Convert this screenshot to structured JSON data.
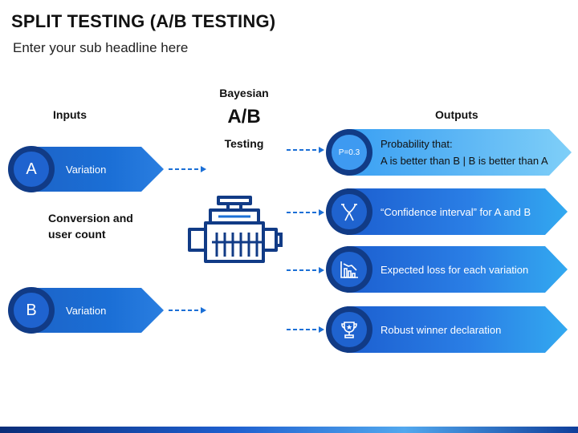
{
  "header": {
    "title": "SPLIT TESTING (A/B TESTING)",
    "subtitle": "Enter your sub headline here"
  },
  "inputs": {
    "heading": "Inputs",
    "items": [
      {
        "letter": "A",
        "label": "Variation"
      },
      {
        "letter": "B",
        "label": "Variation"
      }
    ],
    "middle_label": "Conversion and user count"
  },
  "center": {
    "top": "Bayesian",
    "middle": "A/B",
    "bottom": "Testing",
    "icon": "engine-icon"
  },
  "outputs": {
    "heading": "Outputs",
    "items": [
      {
        "badge": "P=0.3",
        "line1": "Probability that:",
        "line2": "A is better than B | B is better than A",
        "icon": "probability-badge"
      },
      {
        "text": "“Confidence interval” for A and B",
        "icon": "confidence-icon"
      },
      {
        "text": "Expected loss for each variation",
        "icon": "chart-decline-icon"
      },
      {
        "text": "Robust winner declaration",
        "icon": "trophy-icon"
      }
    ]
  },
  "colors": {
    "dark_blue": "#113b86",
    "blue": "#1f63cf",
    "light_blue": "#7fcff8",
    "dash": "#1b6fd6"
  }
}
